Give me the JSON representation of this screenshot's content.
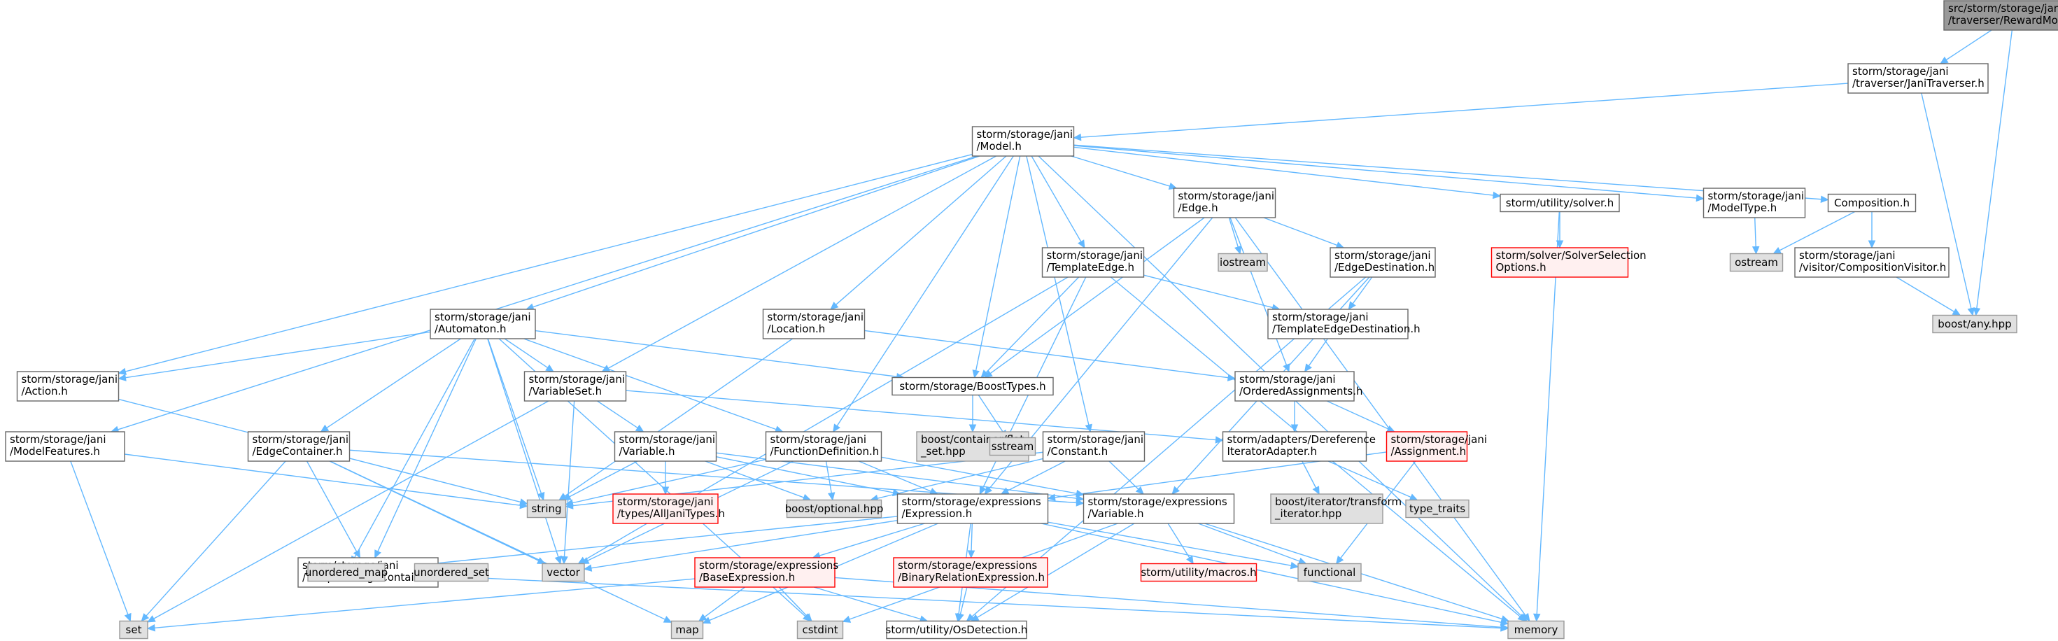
{
  "colors": {
    "edge": "#63b8ff",
    "root_fill": "#999999",
    "internal_fill": "#ffffff",
    "internal_border": "#666666",
    "system_fill": "#e0e0e0",
    "system_border": "#999999",
    "truncated_fill": "#fff0f0",
    "truncated_border": "#ff0000"
  },
  "nodes": [
    {
      "id": "root",
      "kind": "root",
      "lines": [
        "src/storm/storage/jani",
        "/traverser/RewardModelInformation.h"
      ]
    },
    {
      "id": "janitrav",
      "kind": "internal",
      "lines": [
        "storm/storage/jani",
        "/traverser/JaniTraverser.h"
      ]
    },
    {
      "id": "model",
      "kind": "internal",
      "lines": [
        "storm/storage/jani",
        "/Model.h"
      ]
    },
    {
      "id": "edge",
      "kind": "internal",
      "lines": [
        "storm/storage/jani",
        "/Edge.h"
      ]
    },
    {
      "id": "solver",
      "kind": "internal",
      "lines": [
        "storm/utility/solver.h"
      ]
    },
    {
      "id": "modeltype",
      "kind": "internal",
      "lines": [
        "storm/storage/jani",
        "/ModelType.h"
      ]
    },
    {
      "id": "composition",
      "kind": "internal",
      "lines": [
        "Composition.h"
      ]
    },
    {
      "id": "iostream",
      "kind": "system",
      "lines": [
        "iostream"
      ]
    },
    {
      "id": "edgedest",
      "kind": "internal",
      "lines": [
        "storm/storage/jani",
        "/EdgeDestination.h"
      ]
    },
    {
      "id": "solveropts",
      "kind": "truncated",
      "lines": [
        "storm/solver/SolverSelection",
        "Options.h"
      ]
    },
    {
      "id": "ostream",
      "kind": "system",
      "lines": [
        "ostream"
      ]
    },
    {
      "id": "compvisitor",
      "kind": "internal",
      "lines": [
        "storm/storage/jani",
        "/visitor/CompositionVisitor.h"
      ]
    },
    {
      "id": "tedge",
      "kind": "internal",
      "lines": [
        "storm/storage/jani",
        "/TemplateEdge.h"
      ]
    },
    {
      "id": "boostany",
      "kind": "system",
      "lines": [
        "boost/any.hpp"
      ]
    },
    {
      "id": "automaton",
      "kind": "internal",
      "lines": [
        "storm/storage/jani",
        "/Automaton.h"
      ]
    },
    {
      "id": "location",
      "kind": "internal",
      "lines": [
        "storm/storage/jani",
        "/Location.h"
      ]
    },
    {
      "id": "tedgedest",
      "kind": "internal",
      "lines": [
        "storm/storage/jani",
        "/TemplateEdgeDestination.h"
      ]
    },
    {
      "id": "action",
      "kind": "internal",
      "lines": [
        "storm/storage/jani",
        "/Action.h"
      ]
    },
    {
      "id": "varset",
      "kind": "internal",
      "lines": [
        "storm/storage/jani",
        "/VariableSet.h"
      ]
    },
    {
      "id": "boosttypes",
      "kind": "internal",
      "lines": [
        "storm/storage/BoostTypes.h"
      ]
    },
    {
      "id": "orderedassign",
      "kind": "internal",
      "lines": [
        "storm/storage/jani",
        "/OrderedAssignments.h"
      ]
    },
    {
      "id": "modelfeatures",
      "kind": "internal",
      "lines": [
        "storm/storage/jani",
        "/ModelFeatures.h"
      ]
    },
    {
      "id": "edgecontainer",
      "kind": "internal",
      "lines": [
        "storm/storage/jani",
        "/EdgeContainer.h"
      ]
    },
    {
      "id": "janivariable",
      "kind": "internal",
      "lines": [
        "storm/storage/jani",
        "/Variable.h"
      ]
    },
    {
      "id": "funcdef",
      "kind": "internal",
      "lines": [
        "storm/storage/jani",
        "/FunctionDefinition.h"
      ]
    },
    {
      "id": "flatset",
      "kind": "system",
      "lines": [
        "boost/container/flat",
        "_set.hpp"
      ]
    },
    {
      "id": "sstream",
      "kind": "system",
      "lines": [
        "sstream"
      ]
    },
    {
      "id": "constant",
      "kind": "internal",
      "lines": [
        "storm/storage/jani",
        "/Constant.h"
      ]
    },
    {
      "id": "derefiter",
      "kind": "internal",
      "lines": [
        "storm/adapters/Dereference",
        "IteratorAdapter.h"
      ]
    },
    {
      "id": "assignment",
      "kind": "truncated",
      "lines": [
        "storm/storage/jani",
        "/Assignment.h"
      ]
    },
    {
      "id": "string",
      "kind": "system",
      "lines": [
        "string"
      ]
    },
    {
      "id": "alljanitypes",
      "kind": "truncated",
      "lines": [
        "storm/storage/jani",
        "/types/AllJaniTypes.h"
      ]
    },
    {
      "id": "booptional",
      "kind": "system",
      "lines": [
        "boost/optional.hpp"
      ]
    },
    {
      "id": "expression",
      "kind": "internal",
      "lines": [
        "storm/storage/expressions",
        "/Expression.h"
      ]
    },
    {
      "id": "exprvariable",
      "kind": "internal",
      "lines": [
        "storm/storage/expressions",
        "/Variable.h"
      ]
    },
    {
      "id": "transformiter",
      "kind": "system",
      "lines": [
        "boost/iterator/transform",
        "_iterator.hpp"
      ]
    },
    {
      "id": "typetraits",
      "kind": "system",
      "lines": [
        "type_traits"
      ]
    },
    {
      "id": "tedgecontainer",
      "kind": "internal",
      "lines": [
        "storm/storage/jani",
        "/TemplateEdgeContainer.h"
      ]
    },
    {
      "id": "unorderedmap",
      "kind": "system",
      "lines": [
        "unordered_map"
      ]
    },
    {
      "id": "unorderedset",
      "kind": "system",
      "lines": [
        "unordered_set"
      ]
    },
    {
      "id": "vector",
      "kind": "system",
      "lines": [
        "vector"
      ]
    },
    {
      "id": "baseexpr",
      "kind": "truncated",
      "lines": [
        "storm/storage/expressions",
        "/BaseExpression.h"
      ]
    },
    {
      "id": "binrelexpr",
      "kind": "truncated",
      "lines": [
        "storm/storage/expressions",
        "/BinaryRelationExpression.h"
      ]
    },
    {
      "id": "macros",
      "kind": "truncated",
      "lines": [
        "storm/utility/macros.h"
      ]
    },
    {
      "id": "functional",
      "kind": "system",
      "lines": [
        "functional"
      ]
    },
    {
      "id": "set",
      "kind": "system",
      "lines": [
        "set"
      ]
    },
    {
      "id": "map",
      "kind": "system",
      "lines": [
        "map"
      ]
    },
    {
      "id": "cstdint",
      "kind": "system",
      "lines": [
        "cstdint"
      ]
    },
    {
      "id": "osdetection",
      "kind": "internal",
      "lines": [
        "storm/utility/OsDetection.h"
      ]
    },
    {
      "id": "memory",
      "kind": "system",
      "lines": [
        "memory"
      ]
    }
  ],
  "edges": [
    [
      "root",
      "janitrav"
    ],
    [
      "root",
      "boostany"
    ],
    [
      "janitrav",
      "model"
    ],
    [
      "janitrav",
      "boostany"
    ],
    [
      "model",
      "action"
    ],
    [
      "model",
      "automaton"
    ],
    [
      "model",
      "boosttypes"
    ],
    [
      "model",
      "constant"
    ],
    [
      "model",
      "composition"
    ],
    [
      "model",
      "edge"
    ],
    [
      "model",
      "funcdef"
    ],
    [
      "model",
      "location"
    ],
    [
      "model",
      "modelfeatures"
    ],
    [
      "model",
      "modeltype"
    ],
    [
      "model",
      "tedge"
    ],
    [
      "model",
      "varset"
    ],
    [
      "model",
      "solver"
    ],
    [
      "model",
      "memory"
    ],
    [
      "edge",
      "boosttypes"
    ],
    [
      "edge",
      "edgedest"
    ],
    [
      "edge",
      "orderedassign"
    ],
    [
      "edge",
      "expression"
    ],
    [
      "edge",
      "iostream"
    ],
    [
      "edge",
      "memory"
    ],
    [
      "solver",
      "solveropts"
    ],
    [
      "solver",
      "memory"
    ],
    [
      "modeltype",
      "ostream"
    ],
    [
      "composition",
      "compvisitor"
    ],
    [
      "composition",
      "ostream"
    ],
    [
      "compvisitor",
      "boostany"
    ],
    [
      "edgedest",
      "tedgedest"
    ],
    [
      "edgedest",
      "exprvariable"
    ],
    [
      "edgedest",
      "osdetection"
    ],
    [
      "tedge",
      "boosttypes"
    ],
    [
      "tedge",
      "tedgedest"
    ],
    [
      "tedge",
      "expression"
    ],
    [
      "tedge",
      "vector"
    ],
    [
      "tedge",
      "memory"
    ],
    [
      "tedgedest",
      "orderedassign"
    ],
    [
      "orderedassign",
      "derefiter"
    ],
    [
      "orderedassign",
      "assignment"
    ],
    [
      "assignment",
      "expression"
    ],
    [
      "assignment",
      "functional"
    ],
    [
      "derefiter",
      "transformiter"
    ],
    [
      "derefiter",
      "typetraits"
    ],
    [
      "automaton",
      "action"
    ],
    [
      "automaton",
      "boosttypes"
    ],
    [
      "automaton",
      "edgecontainer"
    ],
    [
      "automaton",
      "funcdef"
    ],
    [
      "automaton",
      "tedgecontainer"
    ],
    [
      "automaton",
      "varset"
    ],
    [
      "automaton",
      "string"
    ],
    [
      "automaton",
      "unorderedmap"
    ],
    [
      "automaton",
      "vector"
    ],
    [
      "automaton",
      "cstdint"
    ],
    [
      "location",
      "orderedassign"
    ],
    [
      "location",
      "string"
    ],
    [
      "action",
      "string"
    ],
    [
      "varset",
      "janivariable"
    ],
    [
      "varset",
      "derefiter"
    ],
    [
      "varset",
      "set"
    ],
    [
      "varset",
      "vector"
    ],
    [
      "boosttypes",
      "flatset"
    ],
    [
      "boosttypes",
      "sstream"
    ],
    [
      "modelfeatures",
      "set"
    ],
    [
      "modelfeatures",
      "string"
    ],
    [
      "edgecontainer",
      "tedgecontainer"
    ],
    [
      "edgecontainer",
      "exprvariable"
    ],
    [
      "edgecontainer",
      "map"
    ],
    [
      "edgecontainer",
      "set"
    ],
    [
      "edgecontainer",
      "vector"
    ],
    [
      "janivariable",
      "string"
    ],
    [
      "janivariable",
      "alljanitypes"
    ],
    [
      "janivariable",
      "booptional"
    ],
    [
      "janivariable",
      "expression"
    ],
    [
      "janivariable",
      "exprvariable"
    ],
    [
      "funcdef",
      "string"
    ],
    [
      "funcdef",
      "booptional"
    ],
    [
      "funcdef",
      "expression"
    ],
    [
      "funcdef",
      "exprvariable"
    ],
    [
      "funcdef",
      "vector"
    ],
    [
      "constant",
      "string"
    ],
    [
      "constant",
      "booptional"
    ],
    [
      "constant",
      "expression"
    ],
    [
      "constant",
      "exprvariable"
    ],
    [
      "tedgecontainer",
      "unorderedset"
    ],
    [
      "tedgecontainer",
      "memory"
    ],
    [
      "expression",
      "baseexpr"
    ],
    [
      "expression",
      "binrelexpr"
    ],
    [
      "expression",
      "osdetection"
    ],
    [
      "expression",
      "functional"
    ],
    [
      "expression",
      "map"
    ],
    [
      "expression",
      "memory"
    ],
    [
      "expression",
      "unorderedmap"
    ],
    [
      "expression",
      "vector"
    ],
    [
      "exprvariable",
      "macros"
    ],
    [
      "exprvariable",
      "functional"
    ],
    [
      "exprvariable",
      "memory"
    ],
    [
      "exprvariable",
      "cstdint"
    ],
    [
      "exprvariable",
      "osdetection"
    ],
    [
      "baseexpr",
      "set"
    ],
    [
      "baseexpr",
      "map"
    ],
    [
      "baseexpr",
      "cstdint"
    ],
    [
      "baseexpr",
      "osdetection"
    ],
    [
      "baseexpr",
      "memory"
    ],
    [
      "binrelexpr",
      "osdetection"
    ]
  ]
}
